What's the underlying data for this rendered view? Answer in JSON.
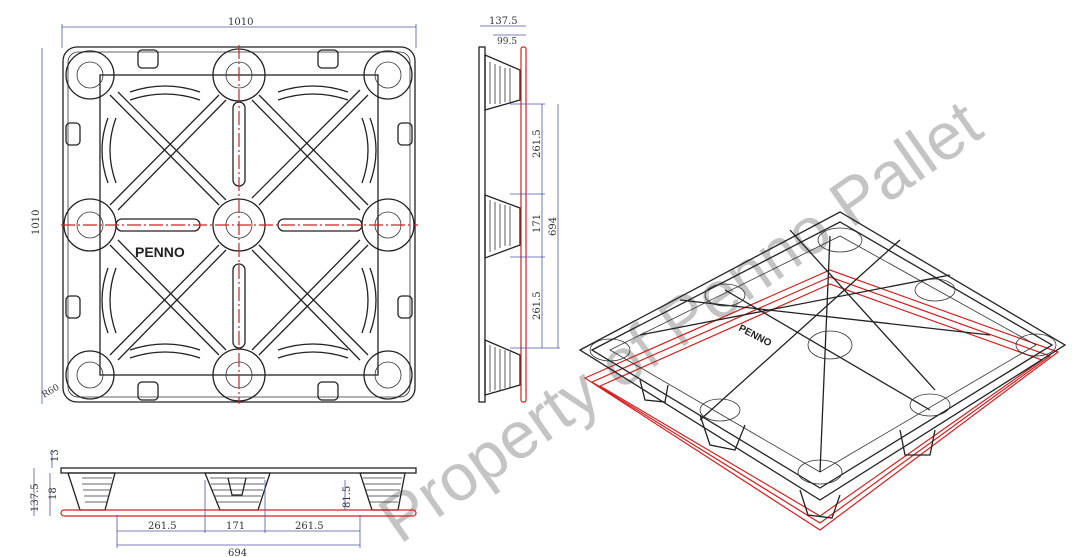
{
  "top_view": {
    "width_label": "1010",
    "height_label": "1010",
    "radius_label": "R60",
    "brand": "PENNO"
  },
  "side_view": {
    "overall_depth": "137.5",
    "deck_depth": "99.5",
    "span_a": "261.5",
    "span_center": "171",
    "span_b": "261.5",
    "total_span": "694"
  },
  "front_view": {
    "top_thickness": "13",
    "overall_height": "137.5",
    "deck": "18",
    "foot_height": "81.5",
    "span_a": "261.5",
    "span_center": "171",
    "span_b": "261.5",
    "total_span": "694"
  },
  "iso_view": {
    "brand": "PENNO"
  },
  "watermark": "Property of Penno Pallet",
  "colors": {
    "outline": "#222222",
    "centerline": "#d42020",
    "dimension": "#4b55a8"
  }
}
